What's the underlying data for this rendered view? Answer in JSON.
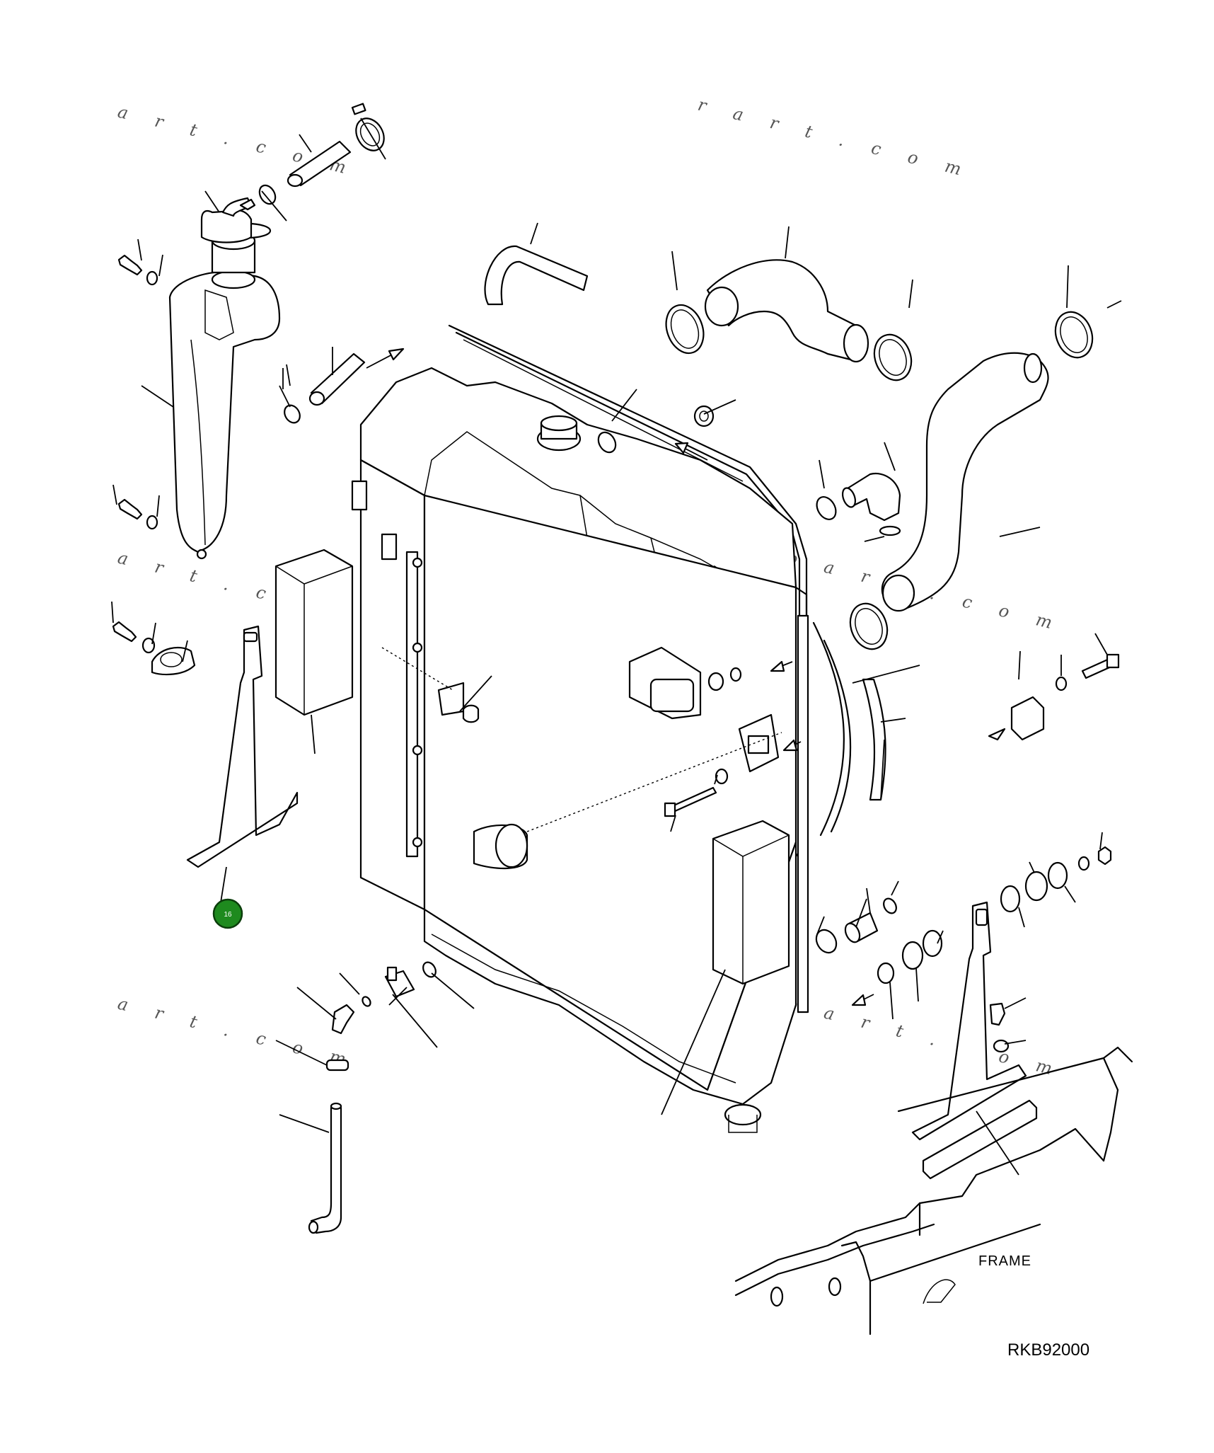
{
  "diagram": {
    "frame_label": "FRAME",
    "drawing_code": "RKB92000",
    "callout": {
      "label": "16",
      "color": "#1e8a1e"
    },
    "watermarks": [
      "a r t . c o m",
      "r a r t . c o m",
      "a r t . c o m",
      "w w w . k - p a r t . c o m",
      "a r t . c o m",
      "w w w . k - p a r t . c o m"
    ]
  }
}
